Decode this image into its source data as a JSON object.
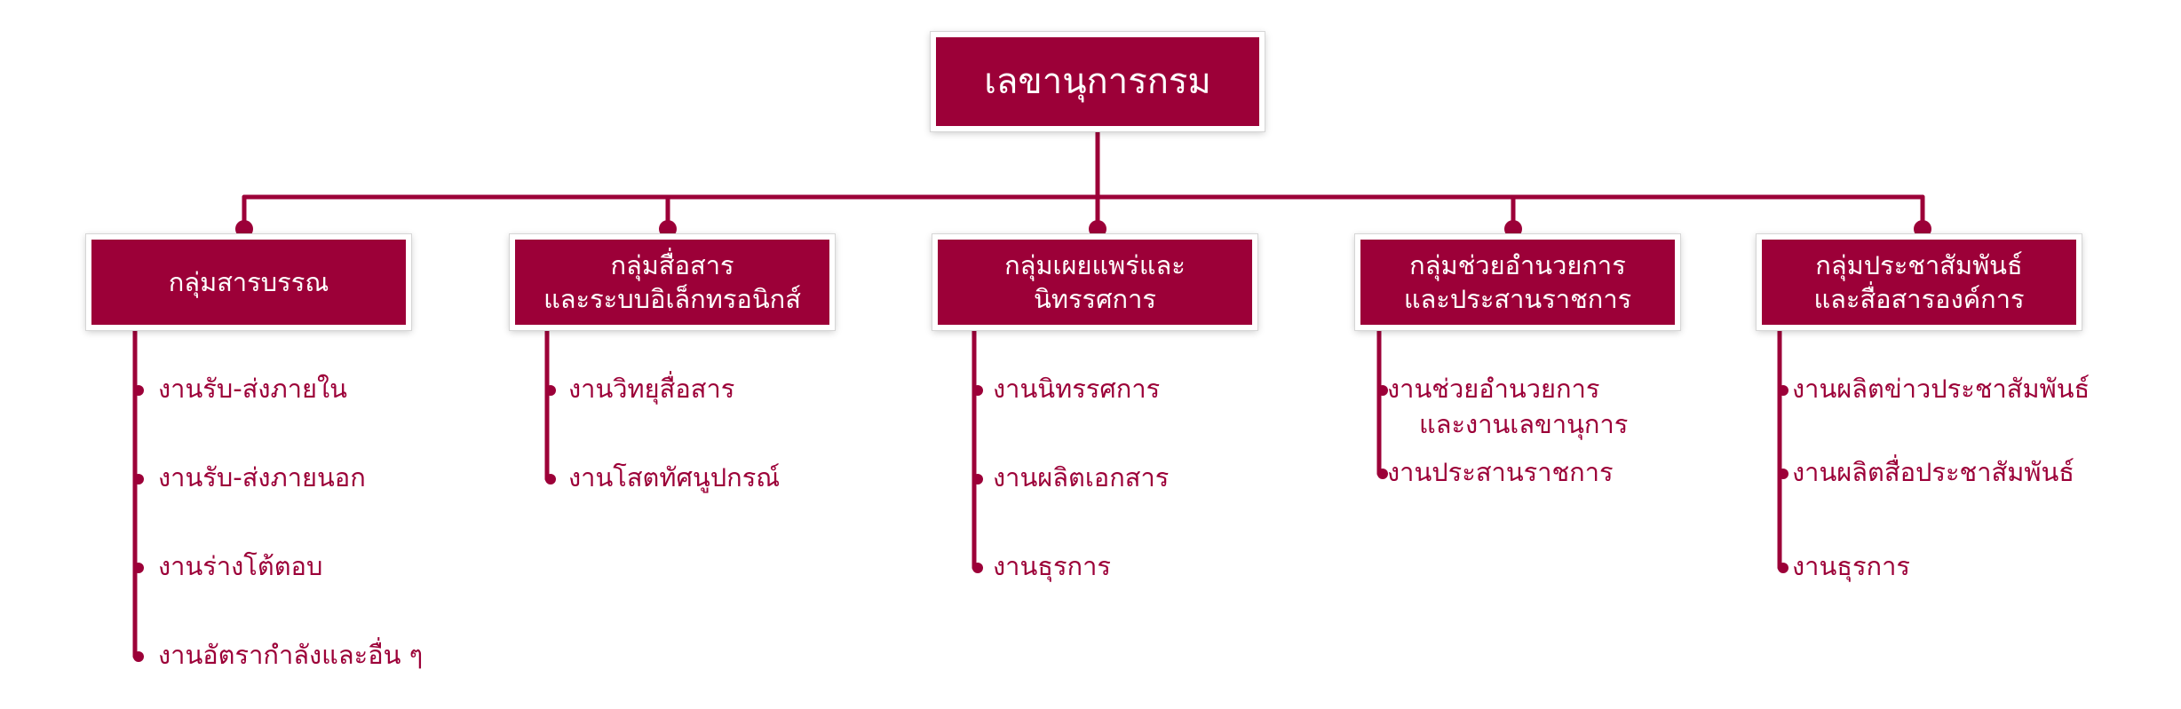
{
  "colors": {
    "primary": "#9c0038",
    "box_text": "#ffffff",
    "background": "#ffffff"
  },
  "root": {
    "label": "เลขานุการกรม"
  },
  "groups": [
    {
      "title_lines": [
        "กลุ่มสารบรรณ"
      ],
      "items": [
        [
          "งานรับ-ส่งภายใน"
        ],
        [
          "งานรับ-ส่งภายนอก"
        ],
        [
          "งานร่างโต้ตอบ"
        ],
        [
          "งานอัตรากำลังและอื่น ๆ"
        ]
      ]
    },
    {
      "title_lines": [
        "กลุ่มสื่อสาร",
        "และระบบอิเล็กทรอนิกส์"
      ],
      "items": [
        [
          "งานวิทยุสื่อสาร"
        ],
        [
          "งานโสตทัศนูปกรณ์"
        ]
      ]
    },
    {
      "title_lines": [
        "กลุ่มเผยแพร่และ",
        "นิทรรศการ"
      ],
      "items": [
        [
          "งานนิทรรศการ"
        ],
        [
          "งานผลิตเอกสาร"
        ],
        [
          "งานธุรการ"
        ]
      ]
    },
    {
      "title_lines": [
        "กลุ่มช่วยอำนวยการ",
        "และประสานราชการ"
      ],
      "items": [
        [
          "งานช่วยอำนวยการ",
          "และงานเลขานุการ"
        ],
        [
          "งานประสานราชการ"
        ]
      ]
    },
    {
      "title_lines": [
        "กลุ่มประชาสัมพันธ์",
        "และสื่อสารองค์การ"
      ],
      "items": [
        [
          "งานผลิตข่าวประชาสัมพันธ์"
        ],
        [
          "งานผลิตสื่อประชาสัมพันธ์"
        ],
        [
          "งานธุรการ"
        ]
      ]
    }
  ]
}
